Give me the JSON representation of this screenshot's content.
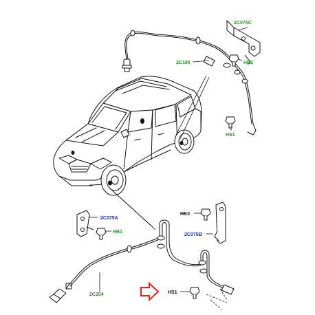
{
  "colors": {
    "line": "#111111",
    "code_green": "#2e8b2e",
    "code_blue": "#1a2fa0",
    "code_black": "#111111",
    "arrow": "#e02020"
  },
  "labels": {
    "top_bracket_code": "2C075C",
    "top_harness_code": "2C190",
    "top_bolt_hb2": "HB2",
    "top_bolt_hs1": "HS1",
    "bottom_left_bracket_code": "2C075A",
    "bottom_left_bolt_hb1": "HB1",
    "bottom_right_bolt_hb3": "HB3",
    "bottom_right_bracket_code": "2C075B",
    "bottom_harness_code": "2C204",
    "bottom_bolt_hs1": "HS1"
  },
  "icons": {
    "pointer": "right-arrow-outline-icon"
  }
}
